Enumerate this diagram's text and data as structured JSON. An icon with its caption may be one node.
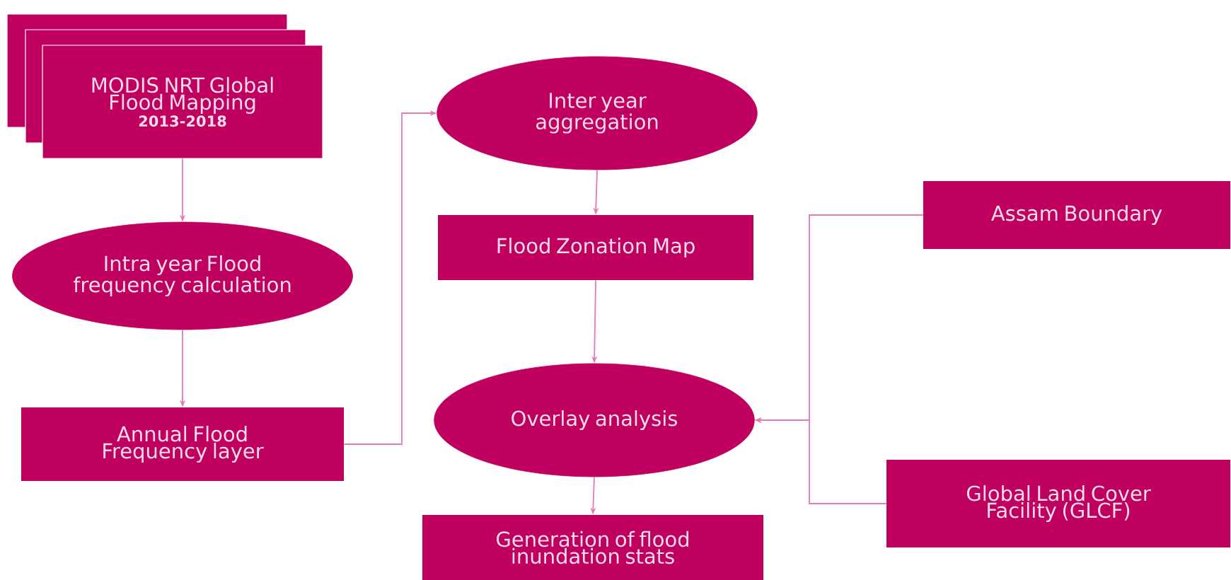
{
  "diagram": {
    "nodes": [
      {
        "text": [
          "MODIS NRT Global Flood Mapping",
          "2013-2018"
        ]
      },
      {
        "text": [
          "Intra year Flood frequency calculation"
        ]
      },
      {
        "text": [
          "Annual Flood Frequency layer"
        ]
      },
      {
        "text": [
          "Inter year aggregation"
        ]
      },
      {
        "text": [
          "Flood Zonation Map"
        ]
      },
      {
        "text": [
          "Overlay analysis"
        ]
      },
      {
        "text": [
          "Generation of flood inundation stats"
        ]
      },
      {
        "text": [
          "Assam Boundary"
        ]
      },
      {
        "text": [
          "Global Land Cover Facility (GLCF)"
        ]
      }
    ],
    "edges": [
      {
        "from": 0,
        "to": 1,
        "arrow": "to"
      },
      {
        "from": 1,
        "to": 2,
        "arrow": "to"
      },
      {
        "from": 2,
        "to": 3,
        "arrow": "to"
      },
      {
        "from": 3,
        "to": 4,
        "arrow": "to"
      },
      {
        "from": 4,
        "to": 5,
        "arrow": "to"
      },
      {
        "from": 5,
        "to": 6,
        "arrow": "to"
      },
      {
        "from": 7,
        "to": 5,
        "arrow": "to"
      },
      {
        "from": 8,
        "to": 5,
        "arrow": "to"
      }
    ]
  }
}
